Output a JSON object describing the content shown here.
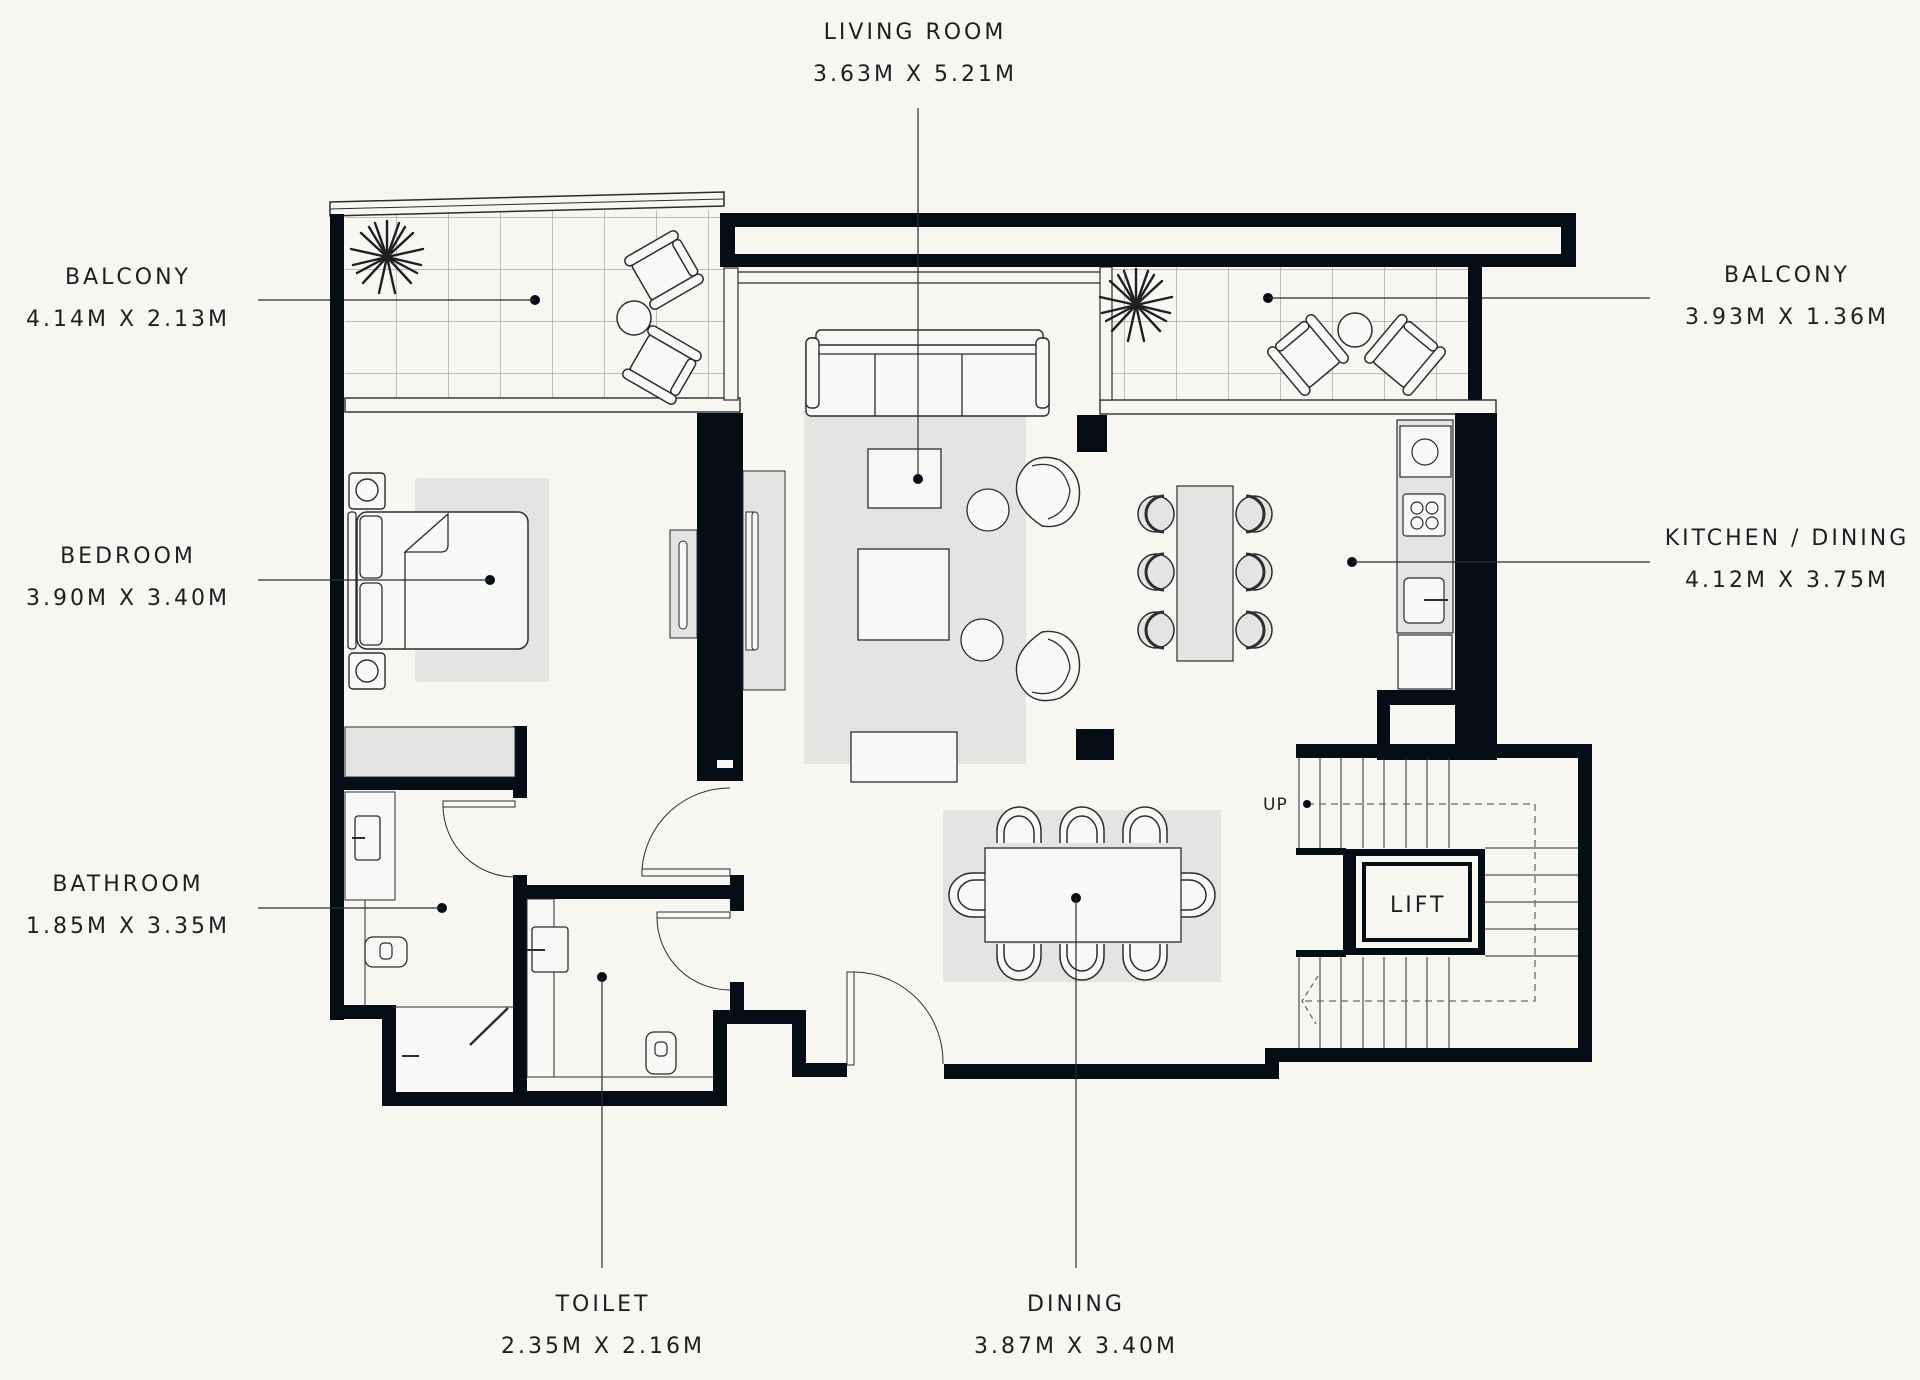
{
  "colors": {
    "background": "#f7f6f1",
    "wall": "#050d17",
    "rug": "#e4e4e2",
    "furniture_fill": "#f8f8f6",
    "line": "#2a2d31"
  },
  "rooms": {
    "living_room": {
      "name": "LIVING ROOM",
      "dims": "3.63M X 5.21M"
    },
    "balcony_left": {
      "name": "BALCONY",
      "dims": "4.14M X 2.13M"
    },
    "balcony_right": {
      "name": "BALCONY",
      "dims": "3.93M X 1.36M"
    },
    "bedroom": {
      "name": "BEDROOM",
      "dims": "3.90M X 3.40M"
    },
    "kitchen_dining": {
      "name": "KITCHEN / DINING",
      "dims": "4.12M X 3.75M"
    },
    "bathroom": {
      "name": "BATHROOM",
      "dims": "1.85M X 3.35M"
    },
    "toilet": {
      "name": "TOILET",
      "dims": "2.35M X 2.16M"
    },
    "dining": {
      "name": "DINING",
      "dims": "3.87M X 3.40M"
    }
  },
  "stairs": {
    "direction_label": "UP"
  },
  "lift": {
    "label": "LIFT"
  },
  "icons": {
    "plant": "plant-icon",
    "armchair": "armchair-icon",
    "sofa": "sofa-icon",
    "bed": "bed-icon",
    "stove": "stove-icon",
    "sink": "sink-icon",
    "toilet": "toilet-icon",
    "door": "door-swing-icon"
  }
}
